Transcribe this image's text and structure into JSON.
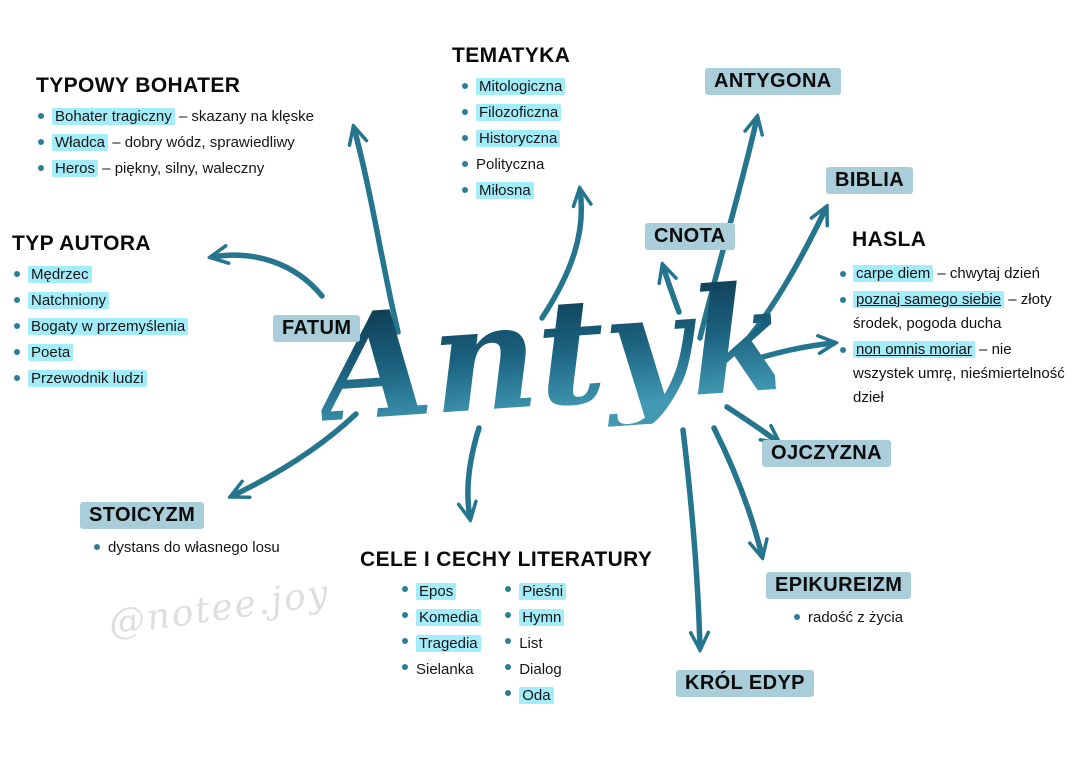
{
  "center": {
    "title": "Antyk"
  },
  "watermark": "@notee.joy",
  "colors": {
    "item_highlight": "#a3ecf9",
    "label_highlight": "#a9cdd9",
    "arrow": "#26758f",
    "center_gradient_top": "#0e3950",
    "center_gradient_bottom": "#4199b3",
    "watermark_color": "#dedede"
  },
  "sections": {
    "typowy_bohater": {
      "title": "TYPOWY BOHATER",
      "items": [
        {
          "key": "Bohater tragiczny",
          "rest": " – skazany na klęske"
        },
        {
          "key": "Władca",
          "rest": " – dobry wódz, sprawiedliwy"
        },
        {
          "key": "Heros",
          "rest": " – piękny, silny, waleczny"
        }
      ]
    },
    "tematyka": {
      "title": "TEMATYKA",
      "items": [
        "Mitologiczna",
        "Filozoficzna",
        "Historyczna",
        "Polityczna",
        "Miłosna"
      ]
    },
    "antygona": {
      "label": "ANTYGONA"
    },
    "biblia": {
      "label": "BIBLIA"
    },
    "cnota": {
      "label": "CNOTA"
    },
    "hasla": {
      "title": "HASLA",
      "items": [
        {
          "key": "carpe diem",
          "rest": " – chwytaj dzień"
        },
        {
          "key": "poznaj samego siebie",
          "rest": " – złoty środek, pogoda ducha"
        },
        {
          "key": "non omnis moriar",
          "rest": " – nie wszystek umrę, nieśmiertelność dzieł"
        }
      ]
    },
    "typ_autora": {
      "title": "TYP AUTORA",
      "items": [
        "Mędrzec",
        "Natchniony",
        "Bogaty w przemyślenia",
        "Poeta",
        "Przewodnik ludzi"
      ]
    },
    "fatum": {
      "label": "FATUM"
    },
    "stoicyzm": {
      "title": "STOICYZM",
      "items": [
        "dystans do własnego losu"
      ]
    },
    "cele": {
      "title": "CELE I CECHY LITERATURY",
      "col1": [
        "Epos",
        "Komedia",
        "Tragedia",
        "Sielanka"
      ],
      "col2": [
        "Pieśni",
        "Hymn",
        "List",
        "Dialog",
        "Oda"
      ]
    },
    "ojczyzna": {
      "label": "OJCZYZNA"
    },
    "epikureizm": {
      "title": "EPIKUREIZM",
      "items": [
        "radość z życia"
      ]
    },
    "krol_edyp": {
      "label": "KRÓL EDYP"
    }
  }
}
